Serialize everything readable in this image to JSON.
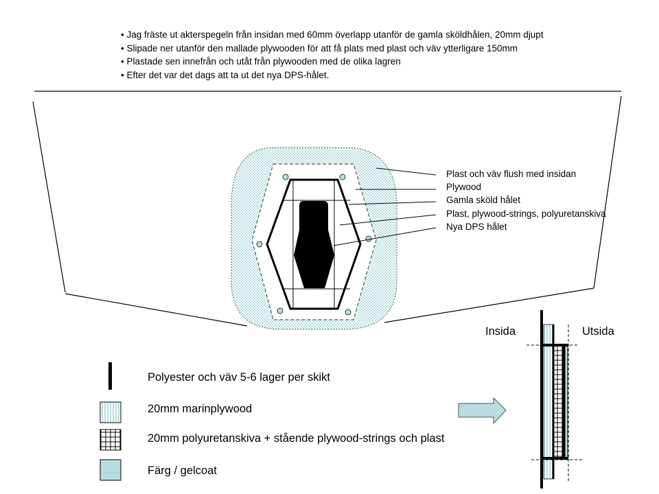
{
  "notes": [
    "• Jag fräste ut akterspegeln från insidan med 60mm överlapp utanför de gamla sköldhålen, 20mm djupt",
    "• Slipade ner utanför den mallade plywooden för att få plats med plast och väv ytterligare 150mm",
    "• Plastade sen innefrån och utåt från plywooden med de olika lagren",
    "• Efter det var det dags att ta ut det nya DPS-hålet."
  ],
  "callouts": [
    "Plast och väv flush med insidan",
    "Plywood",
    "Gamla sköld hålet",
    "Plast, plywood-strings, polyuretanskiva",
    "Nya DPS hålet"
  ],
  "legend": [
    {
      "label": "Polyester och väv 5-6 lager per skikt",
      "icon": "black-bar"
    },
    {
      "label": "20mm marinplywood",
      "icon": "striped-swatch"
    },
    {
      "label": "20mm polyuretanskiva + stående plywood-strings och plast",
      "icon": "grid-swatch"
    },
    {
      "label": "Färg / gelcoat",
      "icon": "solid-swatch"
    }
  ],
  "section": {
    "inside": "Insida",
    "outside": "Utsida"
  },
  "colors": {
    "fill": "#b7dde0",
    "line": "#000000"
  }
}
